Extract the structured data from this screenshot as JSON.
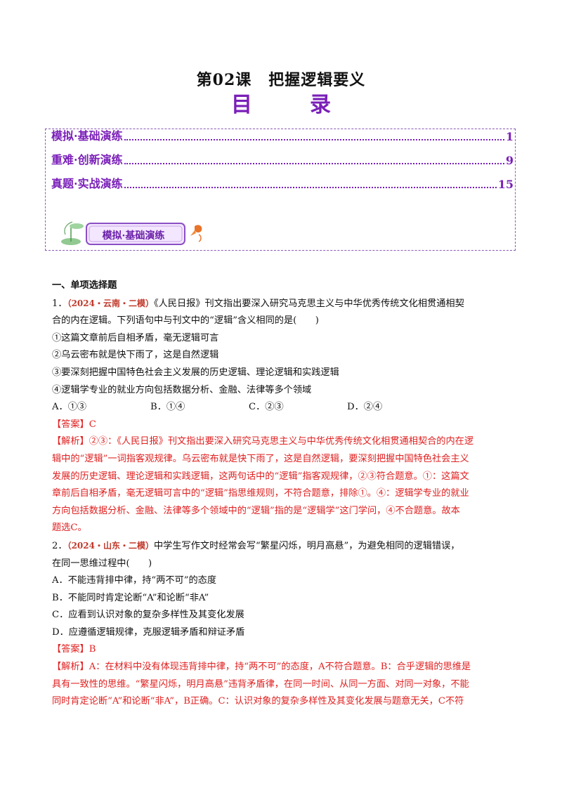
{
  "header": {
    "lesson": "第02课",
    "topic": "把握逻辑要义",
    "toc_title": "目　录"
  },
  "toc": [
    {
      "label": "模拟·基础演练",
      "page": "1"
    },
    {
      "label": "重难·创新演练",
      "page": "9"
    },
    {
      "label": "真题·实战演练",
      "page": "15"
    }
  ],
  "banner": {
    "label": "模拟·基础演练"
  },
  "section": {
    "title": "一、单项选择题"
  },
  "q1": {
    "num": "1．",
    "source": "（2024・云南・二模）",
    "stem_line1": "《人民日报》刊文指出要深入研究马克思主义与中华优秀传统文化相贯通相契",
    "stem_line2": "合的内在逻辑。下列语句中与刊文中的“逻辑”含义相同的是(　　)",
    "items": [
      "①这篇文章前后自相矛盾，毫无逻辑可言",
      "②乌云密布就是快下雨了，这是自然逻辑",
      "③要深刻把握中国特色社会主义发展的历史逻辑、理论逻辑和实践逻辑",
      "④逻辑学专业的就业方向包括数据分析、金融、法律等多个领域"
    ],
    "options": [
      "A．①③",
      "B．①④",
      "C．②③",
      "D．②④"
    ],
    "answer_label": "【答案】",
    "answer": "C",
    "analysis_label": "【解析】",
    "analysis": [
      "②③：《人民日报》刊文指出要深入研究马克思主义与中华优秀传统文化相贯通相契合的内在逻",
      "辑中的“逻辑”一词指客观规律。乌云密布就是快下雨了，这是自然逻辑，要深刻把握中国特色社会主义",
      "发展的历史逻辑、理论逻辑和实践逻辑，这两句话中的“逻辑”指客观规律，②③符合题意。①：这篇文",
      "章前后自相矛盾，毫无逻辑可言中的“逻辑”指思维规则，不符合题意，排除①。④：逻辑学专业的就业",
      "方向包括数据分析、金融、法律等多个领域中的“逻辑”指的是“逻辑学”这门学问，④不合题意。故本",
      "题选C。"
    ]
  },
  "q2": {
    "num": "2．",
    "source": "（2024・山东・二模）",
    "stem_line1": "中学生写作文时经常会写“繁星闪烁，明月高悬”，为避免相同的逻辑错误，",
    "stem_line2": "在同一思维过程中(　　)",
    "options": [
      "A．不能违背排中律，持“两不可”的态度",
      "B．不能同时肯定论断“A”和论断“非A”",
      "C．应看到认识对象的复杂多样性及其变化发展",
      "D．应遵循逻辑规律，克服逻辑矛盾和辩证矛盾"
    ],
    "answer_label": "【答案】",
    "answer": "B",
    "analysis_label": "【解析】",
    "analysis": [
      "A：在材料中没有体现违背排中律，持“两不可”的态度，A不符合题意。B：合乎逻辑的思维是",
      "具有一致性的思维。“繁星闪烁，明月高悬”违背矛盾律，在同一时间、从同一方面、对同一对象，不能",
      "同时肯定论断“A”和论断“非A”，B正确。C：认识对象的复杂多样性及其变化发展与题意无关，C不符"
    ]
  },
  "colors": {
    "accent": "#7a1fb8",
    "answer": "#e02020",
    "source": "#c0392b"
  }
}
